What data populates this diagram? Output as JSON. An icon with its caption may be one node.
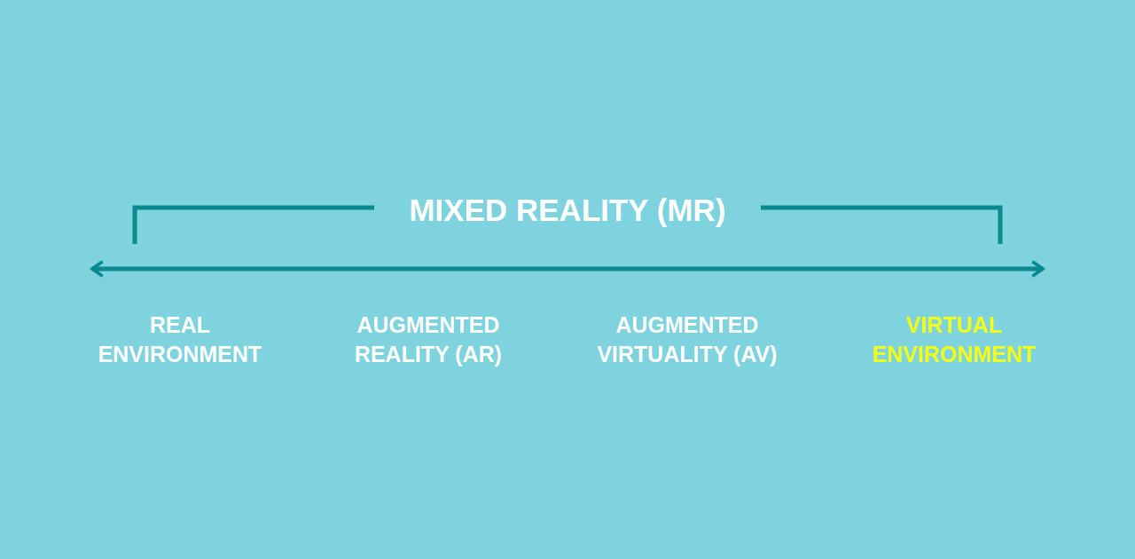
{
  "diagram": {
    "labels": [
      "MIXED REALITY (MR)",
      "REAL ENVIRONMENT",
      "AUGMENTED REALITY (AR)",
      "AUGMENTED VIRTUALITY (AV)",
      "VIRTUAL ENVIRONMENT"
    ]
  }
}
